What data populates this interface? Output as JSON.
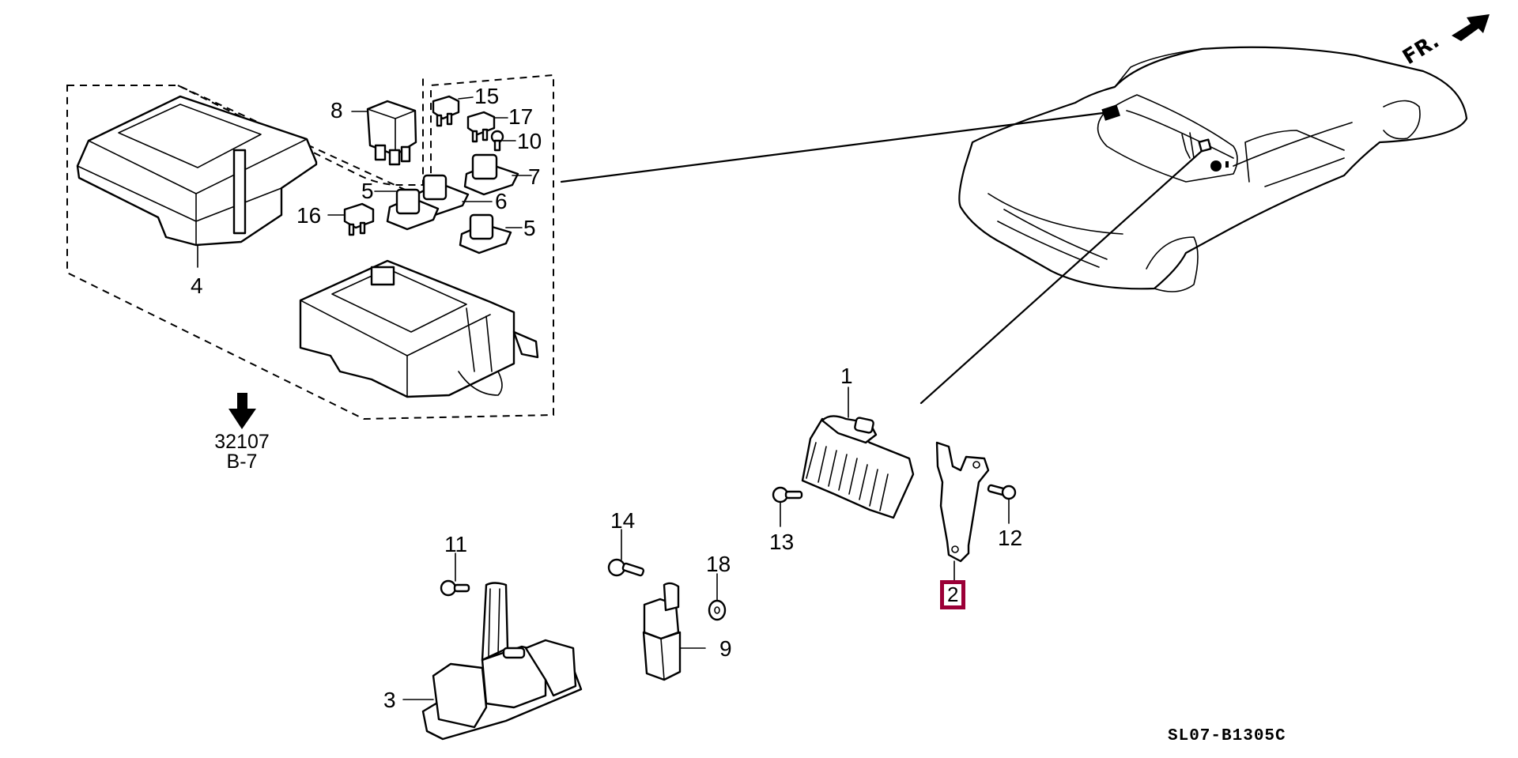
{
  "diagram": {
    "title": "Parts diagram",
    "code": "SL07-B1305C",
    "direction_label": "FR.",
    "highlight_color": "#9b0037",
    "reference": {
      "line1": "32107",
      "line2": "B-7"
    },
    "callouts": [
      {
        "id": "1",
        "text": "1"
      },
      {
        "id": "2",
        "text": "2",
        "highlighted": true
      },
      {
        "id": "3",
        "text": "3"
      },
      {
        "id": "4",
        "text": "4"
      },
      {
        "id": "5a",
        "text": "5"
      },
      {
        "id": "5b",
        "text": "5"
      },
      {
        "id": "6",
        "text": "6"
      },
      {
        "id": "7",
        "text": "7"
      },
      {
        "id": "8",
        "text": "8"
      },
      {
        "id": "9",
        "text": "9"
      },
      {
        "id": "10",
        "text": "10"
      },
      {
        "id": "11",
        "text": "11"
      },
      {
        "id": "12",
        "text": "12"
      },
      {
        "id": "13",
        "text": "13"
      },
      {
        "id": "14",
        "text": "14"
      },
      {
        "id": "15",
        "text": "15"
      },
      {
        "id": "16",
        "text": "16"
      },
      {
        "id": "17",
        "text": "17"
      },
      {
        "id": "18",
        "text": "18"
      }
    ]
  }
}
